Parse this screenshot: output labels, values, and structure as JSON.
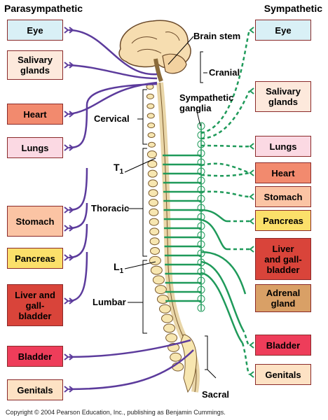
{
  "headers": {
    "left": "Parasympathetic",
    "right": "Sympathetic"
  },
  "colors": {
    "parasympathetic": "#5c3b9c",
    "sympathetic": "#1f9a5a",
    "eye": "#d9f0f6",
    "salivary": "#fde9dc",
    "heart": "#f28a6e",
    "lungs": "#fbd9e3",
    "stomach": "#fbc4a4",
    "pancreas": "#fbe06a",
    "liver": "#d9443a",
    "adrenal": "#d9a066",
    "bladder": "#ee3d5a",
    "genitals": "#fde2c4"
  },
  "left_organs": [
    {
      "label": "Eye",
      "color_key": "eye"
    },
    {
      "label": "Salivary\nglands",
      "color_key": "salivary"
    },
    {
      "label": "Heart",
      "color_key": "heart"
    },
    {
      "label": "Lungs",
      "color_key": "lungs"
    },
    {
      "label": "Stomach",
      "color_key": "stomach"
    },
    {
      "label": "Pancreas",
      "color_key": "pancreas"
    },
    {
      "label": "Liver and\ngall-\nbladder",
      "color_key": "liver"
    },
    {
      "label": "Bladder",
      "color_key": "bladder"
    },
    {
      "label": "Genitals",
      "color_key": "genitals"
    }
  ],
  "right_organs": [
    {
      "label": "Eye",
      "color_key": "eye"
    },
    {
      "label": "Salivary\nglands",
      "color_key": "salivary"
    },
    {
      "label": "Lungs",
      "color_key": "lungs"
    },
    {
      "label": "Heart",
      "color_key": "heart"
    },
    {
      "label": "Stomach",
      "color_key": "stomach"
    },
    {
      "label": "Pancreas",
      "color_key": "pancreas"
    },
    {
      "label": "Liver\nand gall-\nbladder",
      "color_key": "liver"
    },
    {
      "label": "Adrenal\ngland",
      "color_key": "adrenal"
    },
    {
      "label": "Bladder",
      "color_key": "bladder"
    },
    {
      "label": "Genitals",
      "color_key": "genitals"
    }
  ],
  "region_labels": {
    "brain_stem": "Brain stem",
    "cranial": "Cranial",
    "sympathetic_ganglia": "Sympathetic\nganglia",
    "cervical": "Cervical",
    "t1": "T",
    "t1_sub": "1",
    "thoracic": "Thoracic",
    "l1": "L",
    "l1_sub": "1",
    "lumbar": "Lumbar",
    "sacral": "Sacral"
  },
  "copyright": "Copyright © 2004 Pearson Education, Inc., publishing as Benjamin Cummings."
}
